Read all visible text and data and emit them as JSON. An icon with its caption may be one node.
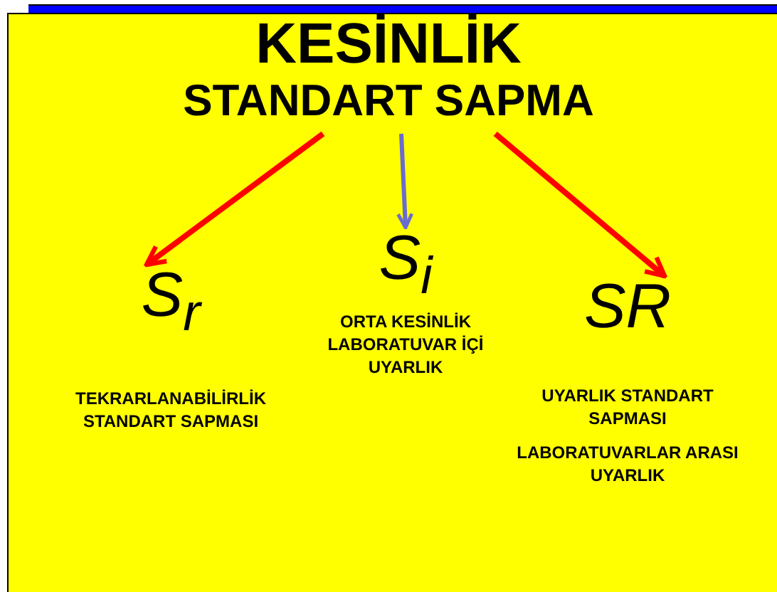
{
  "diagram": {
    "title": "KESİNLİK",
    "nodes": [
      {
        "text": [
          "STANDART SAPMA"
        ]
      },
      {
        "text": [
          "S$_{r}$",
          "TEKRARLANABİLİRLİK STANDART SAPMASI"
        ]
      },
      {
        "text": [
          "S$_{i}$",
          "ORTA KESİNLİK LABORATUVAR İÇİ UYARLIK"
        ]
      },
      {
        "text": [
          "SR",
          "UYARLIK STANDART SAPMASI",
          "LABORATUVARLAR ARASI UYARLIK"
        ]
      }
    ],
    "edges": [
      {
        "from": 0,
        "to": 1,
        "arrow": "to",
        "color": "#ff0000"
      },
      {
        "from": 0,
        "to": 2,
        "arrow": "to",
        "color": "#6b6bd0"
      },
      {
        "from": 0,
        "to": 3,
        "arrow": "to",
        "color": "#ff0000"
      }
    ]
  }
}
